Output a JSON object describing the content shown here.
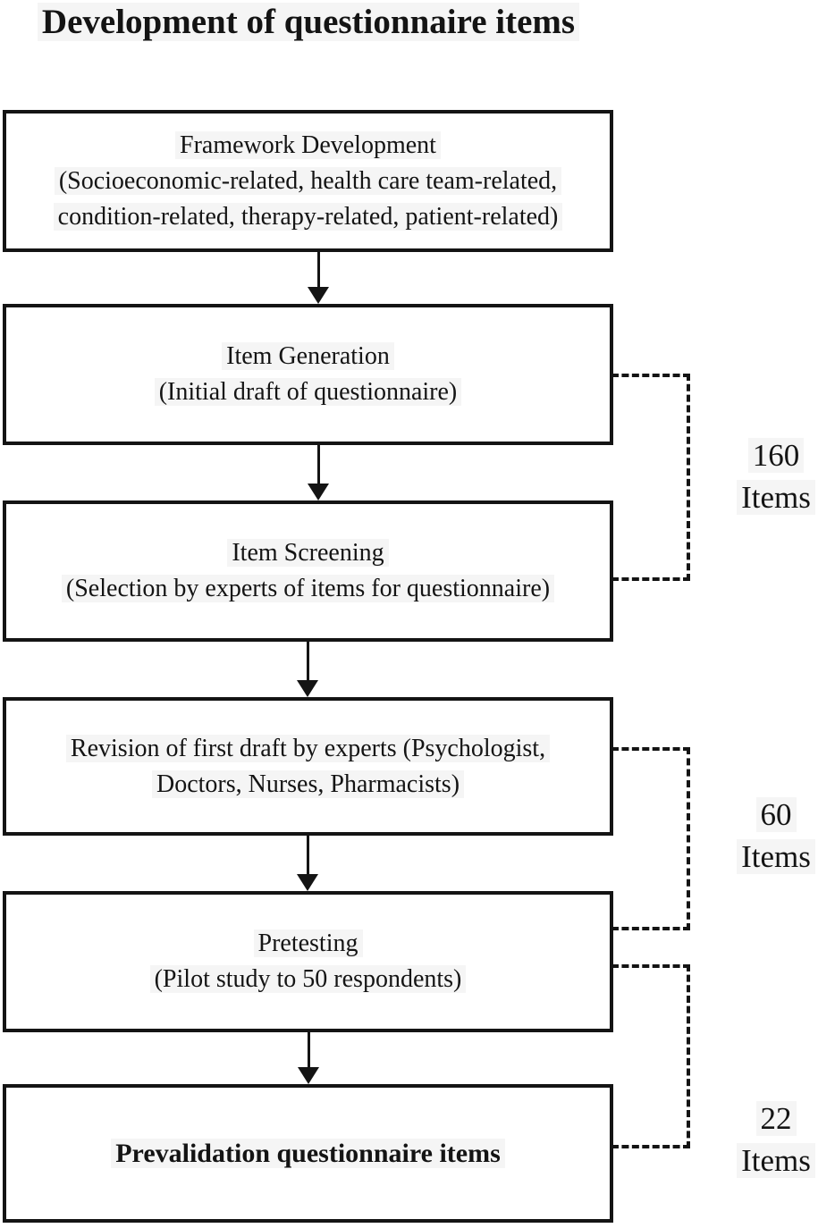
{
  "title": "Development of questionnaire items",
  "boxes": [
    {
      "name": "framework-development",
      "lines": [
        "Framework Development",
        "(Socioeconomic-related, health care team-related,",
        "condition-related, therapy-related, patient-related)"
      ]
    },
    {
      "name": "item-generation",
      "lines": [
        "Item Generation",
        "(Initial draft of questionnaire)"
      ]
    },
    {
      "name": "item-screening",
      "lines": [
        "Item Screening",
        "(Selection by experts of items for questionnaire)"
      ]
    },
    {
      "name": "revision-by-experts",
      "lines": [
        "Revision of first draft by experts (Psychologist,",
        "Doctors, Nurses, Pharmacists)"
      ]
    },
    {
      "name": "pretesting",
      "lines": [
        "Pretesting",
        "(Pilot study to 50 respondents)"
      ]
    },
    {
      "name": "prevalidation-questionnaire-items",
      "lines": [
        "Prevalidation questionnaire items"
      ]
    }
  ],
  "annotations": [
    {
      "count": "160",
      "unit": "Items"
    },
    {
      "count": "60",
      "unit": "Items"
    },
    {
      "count": "22",
      "unit": "Items"
    }
  ],
  "colors": {
    "line": "#141414",
    "text": "#141414",
    "background": "#ffffff",
    "text_highlight": "#f5f5f5"
  }
}
